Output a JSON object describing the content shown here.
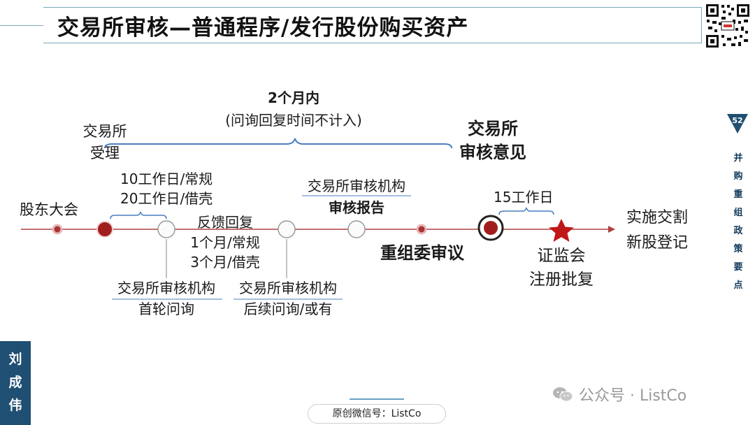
{
  "header": {
    "title": "交易所审核—普通程序/发行股份购买资产"
  },
  "badge": {
    "page_number": "52"
  },
  "sidebar_right": [
    "并",
    "购",
    "重",
    "组",
    "政",
    "策",
    "要",
    "点"
  ],
  "sidebar_left": [
    "刘",
    "成",
    "伟"
  ],
  "timeline": {
    "bracket_top": {
      "line1": "2个月内",
      "line2": "(问询回复时间不计入)"
    },
    "exchange_accept": {
      "line1": "交易所",
      "line2": "受理"
    },
    "shareholders_meeting": "股东大会",
    "workdays_a": {
      "line1": "10工作日/常规",
      "line2": "20工作日/借壳"
    },
    "feedback": {
      "line1": "反馈回复",
      "line2": "1个月/常规",
      "line3": "3个月/借壳"
    },
    "first_inquiry": {
      "line1": "交易所审核机构",
      "line2": "首轮问询"
    },
    "follow_inquiry": {
      "line1": "交易所审核机构",
      "line2": "后续问询/或有"
    },
    "review_report": {
      "line1": "交易所审核机构",
      "line2": "审核报告"
    },
    "committee": "重组委审议",
    "exchange_opinion": {
      "line1": "交易所",
      "line2": "审核意见"
    },
    "workdays_b": "15工作日",
    "csrc": {
      "line1": "证监会",
      "line2": "注册批复"
    },
    "implementation": {
      "line1": "实施交割",
      "line2": "新股登记"
    }
  },
  "footer": {
    "label": "原创微信号：ListCo"
  },
  "watermark": {
    "text": "公众号 · ListCo"
  },
  "colors": {
    "accent_red": "#a11e1e",
    "timeline": "#b04040",
    "bracket": "#4a7fc1",
    "navy": "#1f4f72"
  }
}
